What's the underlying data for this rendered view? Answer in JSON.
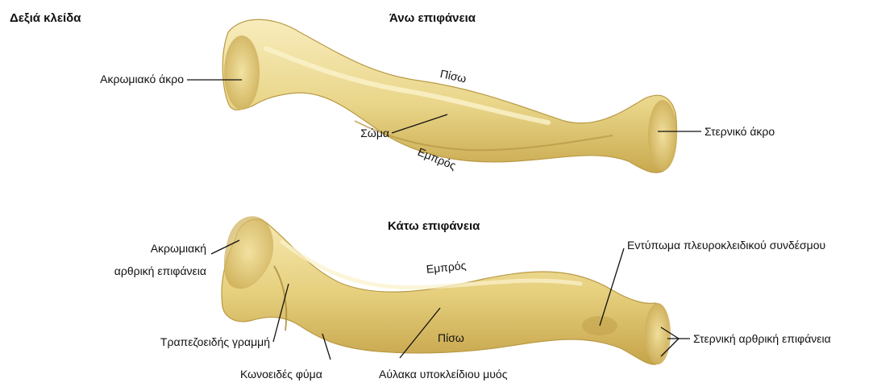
{
  "title": "Δεξιά κλείδα",
  "top_view": {
    "heading": "Άνω επιφάνεια",
    "labels": {
      "acromial_end": "Ακρωμιακό άκρο",
      "posterior": "Πίσω",
      "body": "Σώμα",
      "anterior": "Εμπρός",
      "sternal_end": "Στερνικό άκρο"
    }
  },
  "bottom_view": {
    "heading": "Κάτω επιφάνεια",
    "labels": {
      "acromial_articular_surface_line1": "Ακρωμιακή",
      "acromial_articular_surface_line2": "αρθρική επιφάνεια",
      "anterior": "Εμπρός",
      "costoclavicular_impression": "Εντύπωμα πλευροκλειδικού συνδέσμου",
      "trapezoid_line": "Τραπεζοειδής γραμμή",
      "posterior": "Πίσω",
      "sternal_articular_surface": "Στερνική αρθρική επιφάνεια",
      "conoid_tubercle": "Κωνοειδές φύμα",
      "subclavius_groove": "Αύλακα υποκλείδιου μυός"
    }
  },
  "colors": {
    "bone_fill": "#e9d68a",
    "bone_shadow": "#c9a94e",
    "bone_highlight": "#f8ecbc",
    "leader_line": "#111111"
  }
}
